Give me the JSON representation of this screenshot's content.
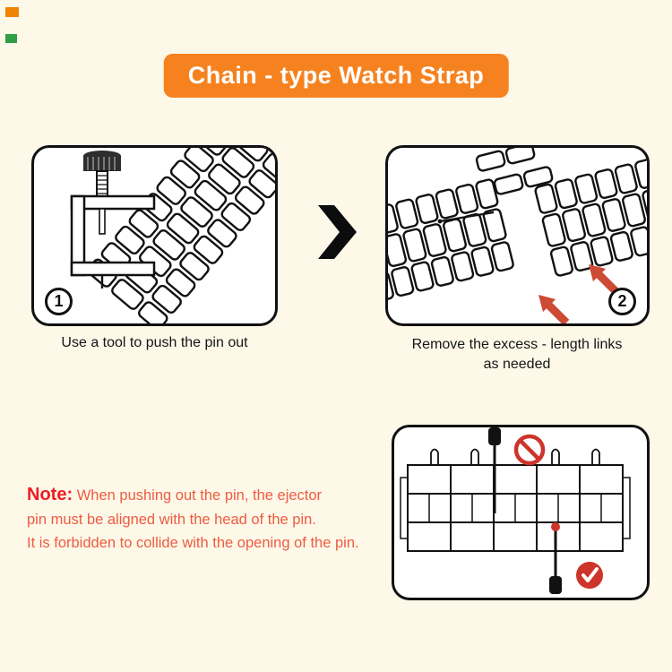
{
  "title": "Chain - type Watch Strap",
  "steps": [
    {
      "number": "1",
      "caption": "Use a tool to push the pin out"
    },
    {
      "number": "2",
      "caption": "Remove the excess - length links as needed"
    }
  ],
  "note": {
    "label": "Note:",
    "line1": "When pushing out the pin, the ejector",
    "line2": "pin must be aligned with the head of the pin.",
    "line3": "It is forbidden to collide with the opening of the pin."
  },
  "icons": {
    "next_step": "chevron-right-icon",
    "direction": "red-arrow-icon",
    "wrong": "prohibition-icon",
    "correct": "check-icon"
  },
  "colors": {
    "background": "#fdf8e8",
    "banner": "#f6821f",
    "banner_text": "#ffffff",
    "panel_border": "#111111",
    "note_label": "#ed1c24",
    "note_body": "#ef5b41",
    "accent_red": "#cd342a",
    "arrow_red": "#cd4a33",
    "swatch_orange": "#f08300",
    "swatch_green": "#2f9e44"
  }
}
